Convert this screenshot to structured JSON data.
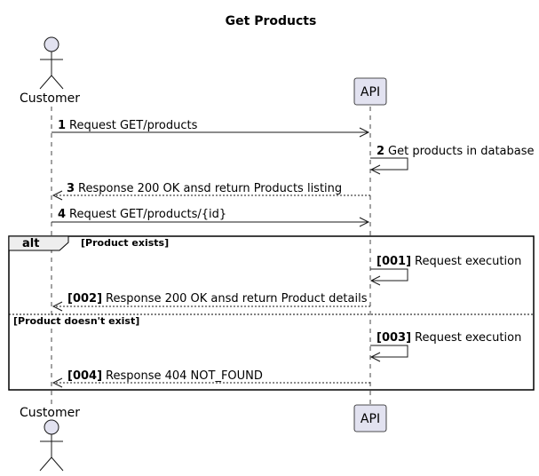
{
  "title": "Get Products",
  "participants": {
    "customer": "Customer",
    "api": "API"
  },
  "messages": [
    {
      "num": "1",
      "text": "Request GET/products"
    },
    {
      "num": "2",
      "text": "Get products in database"
    },
    {
      "num": "3",
      "text": "Response 200 OK ansd return Products listing"
    },
    {
      "num": "4",
      "text": "Request GET/products/{id}"
    }
  ],
  "alt": {
    "keyword": "alt",
    "guard1": "[Product exists]",
    "guard2": "[Product doesn't exist]",
    "messages": [
      {
        "num": "[001]",
        "text": "Request execution"
      },
      {
        "num": "[002]",
        "text": "Response 200 OK ansd return Product details"
      },
      {
        "num": "[003]",
        "text": "Request execution"
      },
      {
        "num": "[004]",
        "text": "Response 404 NOT_FOUND"
      }
    ]
  },
  "colors": {
    "participant_fill": "#E2E2F0",
    "line": "#181818"
  }
}
